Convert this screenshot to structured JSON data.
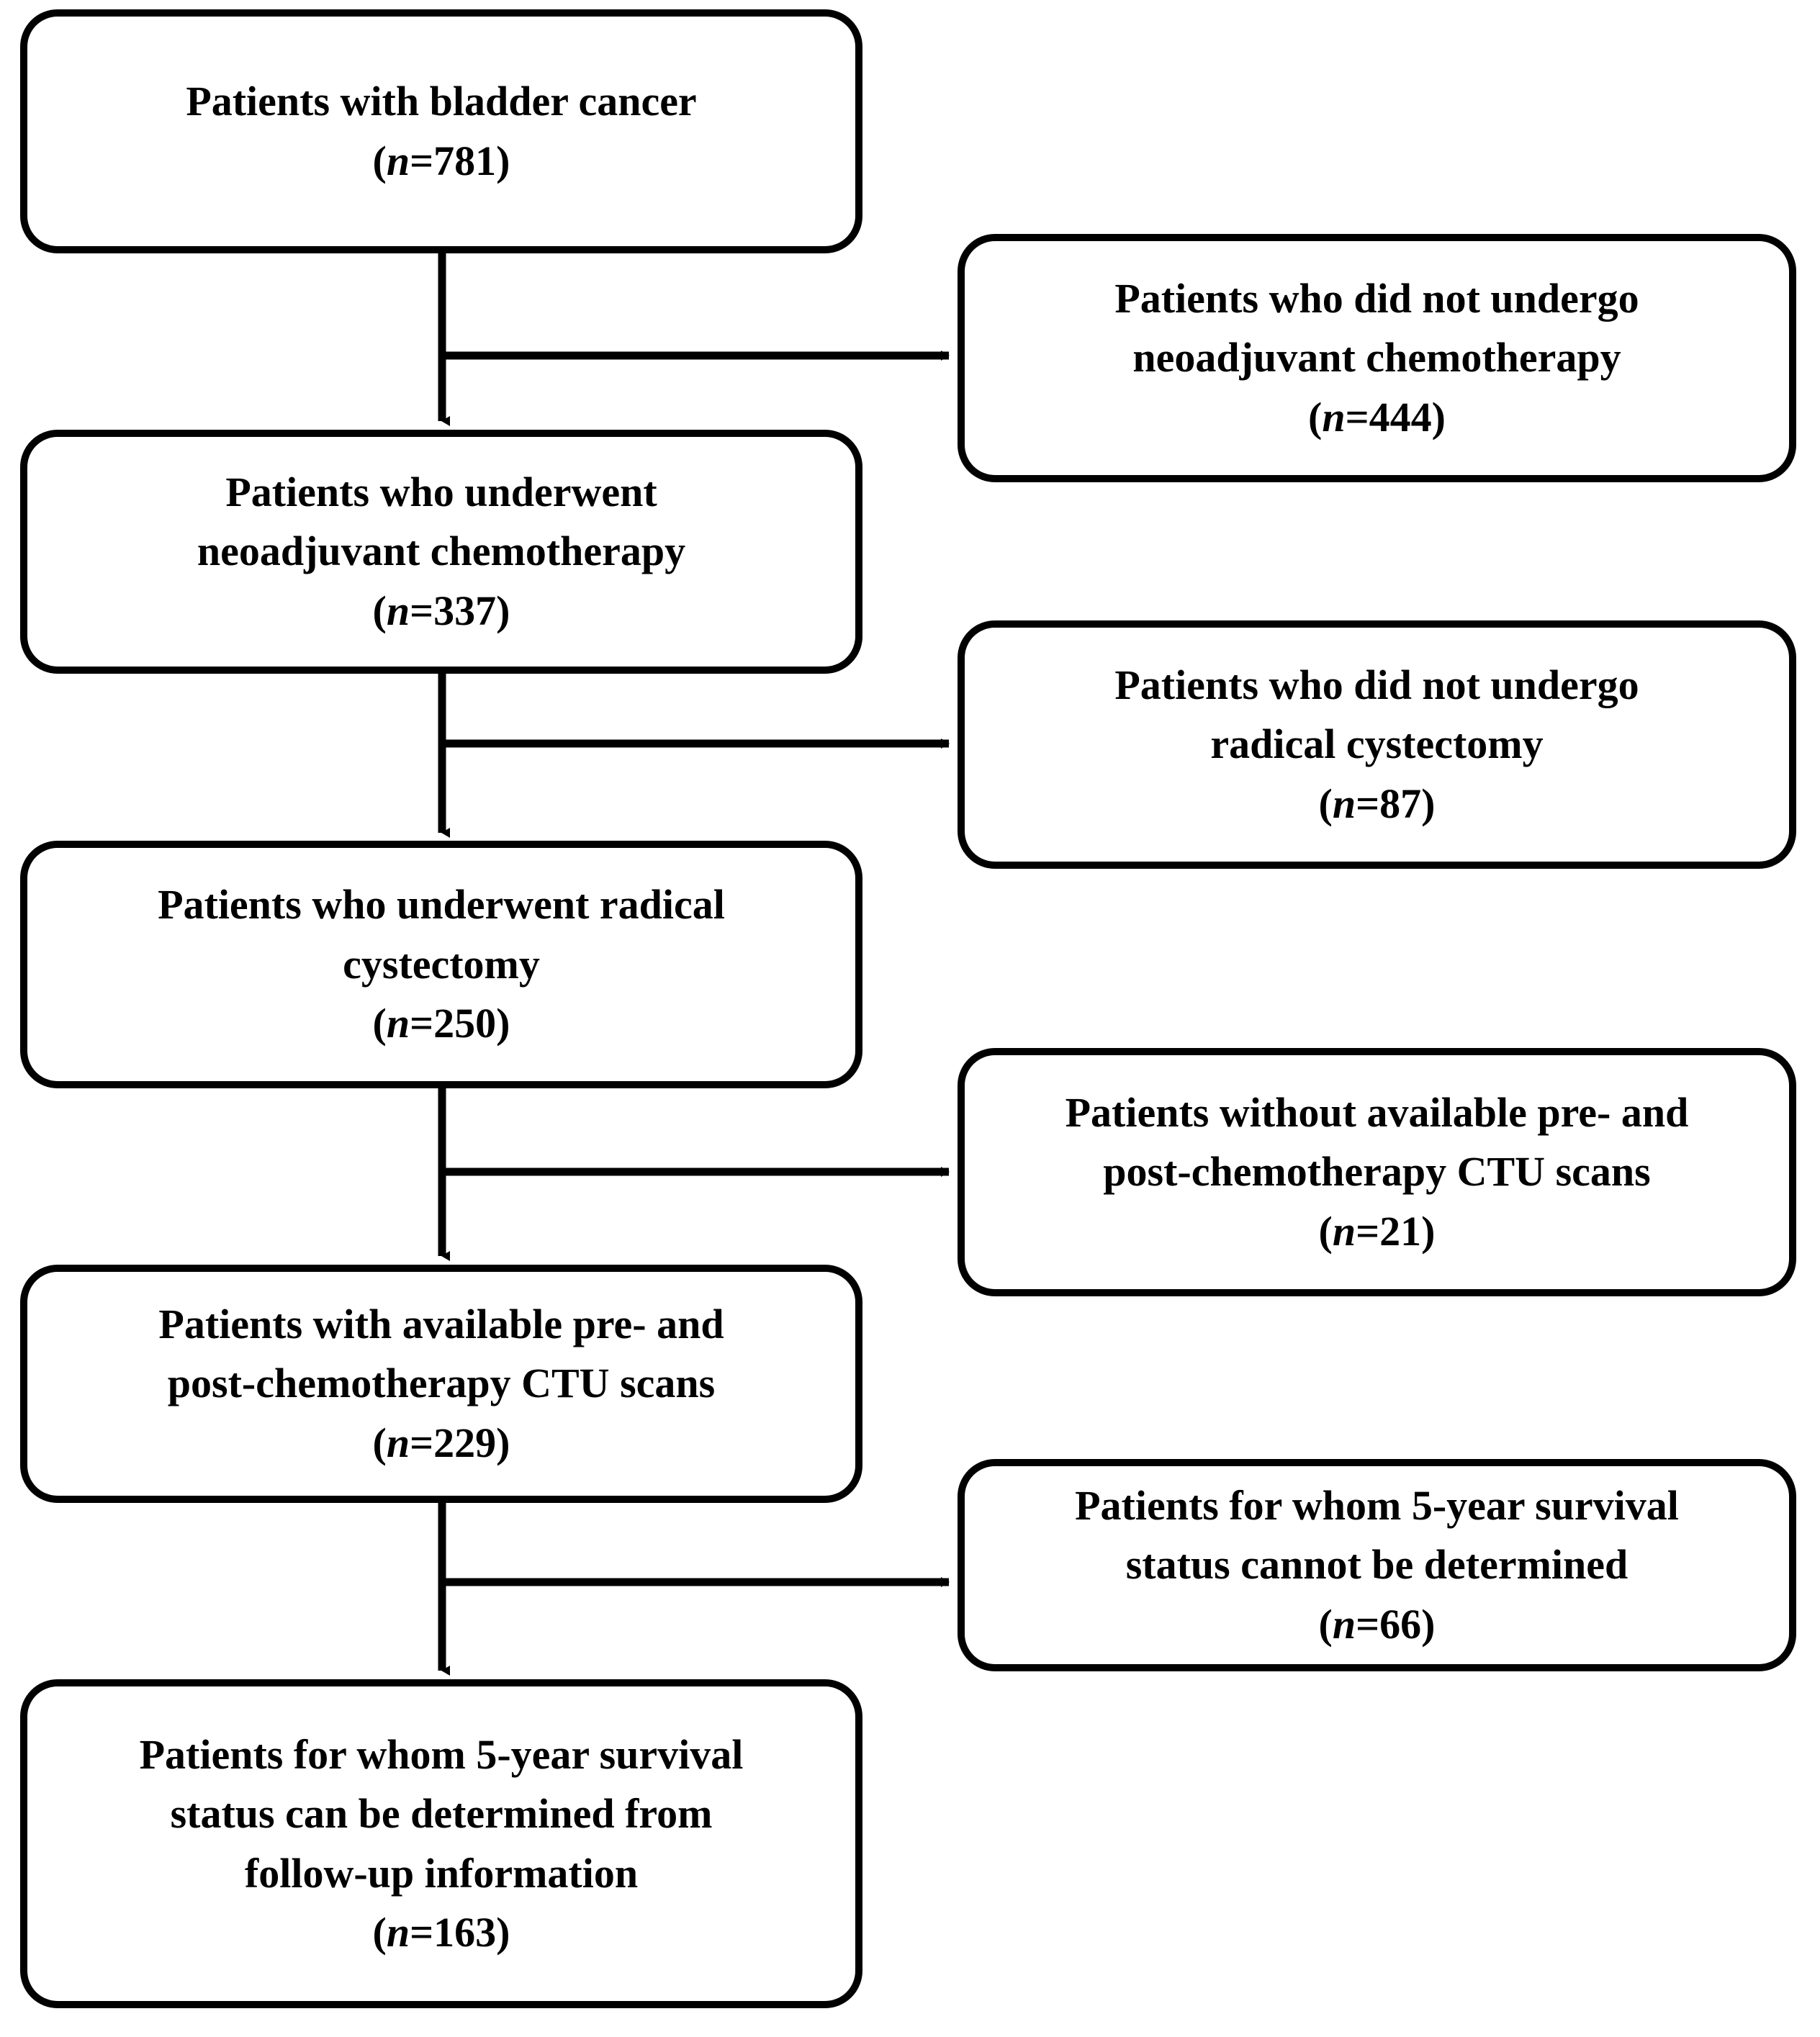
{
  "figure": {
    "type": "flowchart",
    "orientation": "vertical-with-right-exclusions",
    "style": {
      "box_border_color": "#000000",
      "box_fill_color": "#ffffff",
      "connector_color": "#000000",
      "text_color": "#000000",
      "background": "#ffffff"
    }
  },
  "nodes": {
    "n1": {
      "id": "patients-with-bladder-cancer",
      "lines": [
        "Patients with bladder cancer"
      ],
      "n_prefix": "(",
      "n_symbol": "n",
      "n_value": "=781)",
      "count": 781,
      "column": "main"
    },
    "n2": {
      "id": "no-neoadjuvant-chemotherapy",
      "lines": [
        "Patients who did not undergo",
        "neoadjuvant chemotherapy"
      ],
      "n_prefix": "(",
      "n_symbol": "n",
      "n_value": "=444)",
      "count": 444,
      "column": "exclusion"
    },
    "n3": {
      "id": "underwent-neoadjuvant-chemotherapy",
      "lines": [
        "Patients who underwent",
        "neoadjuvant chemotherapy"
      ],
      "n_prefix": "(",
      "n_symbol": "n",
      "n_value": "=337)",
      "count": 337,
      "column": "main"
    },
    "n4": {
      "id": "no-radical-cystectomy",
      "lines": [
        "Patients who did not undergo",
        "radical cystectomy"
      ],
      "n_prefix": "(",
      "n_symbol": "n",
      "n_value": "=87)",
      "count": 87,
      "column": "exclusion"
    },
    "n5": {
      "id": "underwent-radical-cystectomy",
      "lines": [
        "Patients who underwent radical",
        "cystectomy"
      ],
      "n_prefix": "(",
      "n_symbol": "n",
      "n_value": "=250)",
      "count": 250,
      "column": "main"
    },
    "n6": {
      "id": "without-ctu-scans",
      "lines": [
        "Patients without available pre- and",
        "post-chemotherapy CTU scans"
      ],
      "n_prefix": "(",
      "n_symbol": "n",
      "n_value": "=21)",
      "count": 21,
      "column": "exclusion"
    },
    "n7": {
      "id": "with-ctu-scans",
      "lines": [
        "Patients with available pre- and",
        "post-chemotherapy CTU scans"
      ],
      "n_prefix": "(",
      "n_symbol": "n",
      "n_value": "=229)",
      "count": 229,
      "column": "main"
    },
    "n8": {
      "id": "survival-status-undetermined",
      "lines": [
        "Patients for whom 5-year survival",
        "status cannot be determined"
      ],
      "n_prefix": "(",
      "n_symbol": "n",
      "n_value": "=66)",
      "count": 66,
      "column": "exclusion"
    },
    "n9": {
      "id": "survival-status-determined",
      "lines": [
        "Patients for whom 5-year survival",
        "status can be determined from",
        "follow-up information"
      ],
      "n_prefix": "(",
      "n_symbol": "n",
      "n_value": "=163)",
      "count": 163,
      "column": "main"
    }
  },
  "connectors": [
    {
      "id": "trunk-1",
      "from": "n1",
      "to": "n3",
      "kind": "vertical-arrow"
    },
    {
      "id": "branch-1",
      "from": "n1",
      "to": "n2",
      "kind": "horizontal-arrow"
    },
    {
      "id": "trunk-2",
      "from": "n3",
      "to": "n5",
      "kind": "vertical-arrow"
    },
    {
      "id": "branch-2",
      "from": "n3",
      "to": "n4",
      "kind": "horizontal-arrow"
    },
    {
      "id": "trunk-3",
      "from": "n5",
      "to": "n7",
      "kind": "vertical-arrow"
    },
    {
      "id": "branch-3",
      "from": "n5",
      "to": "n6",
      "kind": "horizontal-arrow"
    },
    {
      "id": "trunk-4",
      "from": "n7",
      "to": "n9",
      "kind": "vertical-arrow"
    },
    {
      "id": "branch-4",
      "from": "n7",
      "to": "n8",
      "kind": "horizontal-arrow"
    }
  ]
}
